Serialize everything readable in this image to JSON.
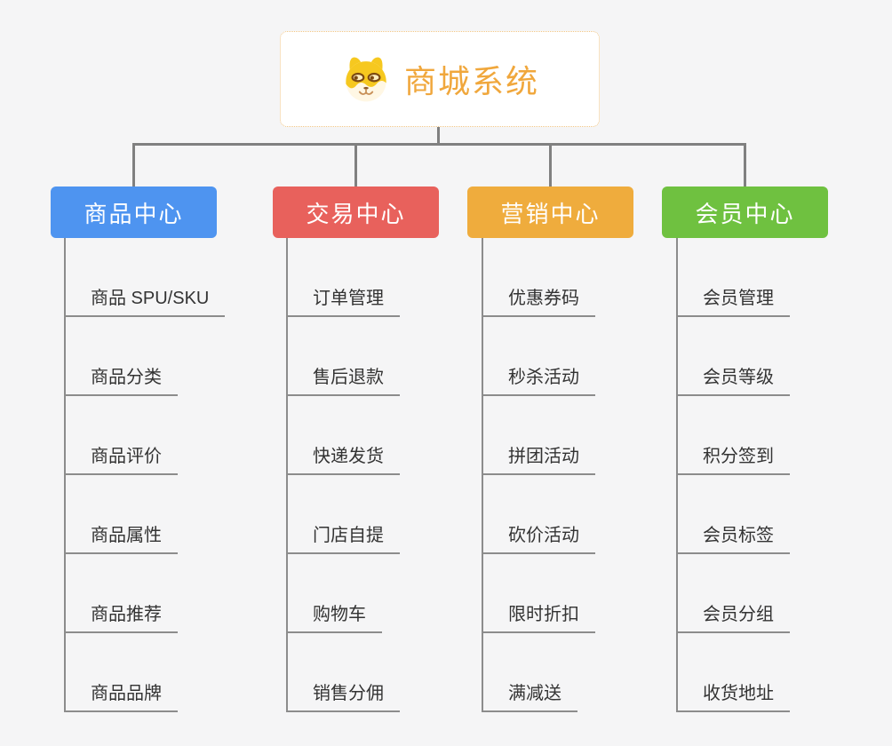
{
  "root": {
    "title": "商城系统",
    "icon": "dog-icon"
  },
  "branches": [
    {
      "label": "商品中心",
      "color": "#4e94f0",
      "children": [
        "商品 SPU/SKU",
        "商品分类",
        "商品评价",
        "商品属性",
        "商品推荐",
        "商品品牌"
      ]
    },
    {
      "label": "交易中心",
      "color": "#e8615c",
      "children": [
        "订单管理",
        "售后退款",
        "快递发货",
        "门店自提",
        "购物车",
        "销售分佣"
      ]
    },
    {
      "label": "营销中心",
      "color": "#efac3d",
      "children": [
        "优惠券码",
        "秒杀活动",
        "拼团活动",
        "砍价活动",
        "限时折扣",
        "满减送"
      ]
    },
    {
      "label": "会员中心",
      "color": "#6fc140",
      "children": [
        "会员管理",
        "会员等级",
        "积分签到",
        "会员标签",
        "会员分组",
        "收货地址"
      ]
    }
  ],
  "colors": {
    "background": "#f5f5f6",
    "connector": "#808080",
    "leaf_line": "#8c8c8c",
    "leaf_text": "#333333",
    "root_text": "#f0a73c",
    "root_border": "#f1c584"
  }
}
